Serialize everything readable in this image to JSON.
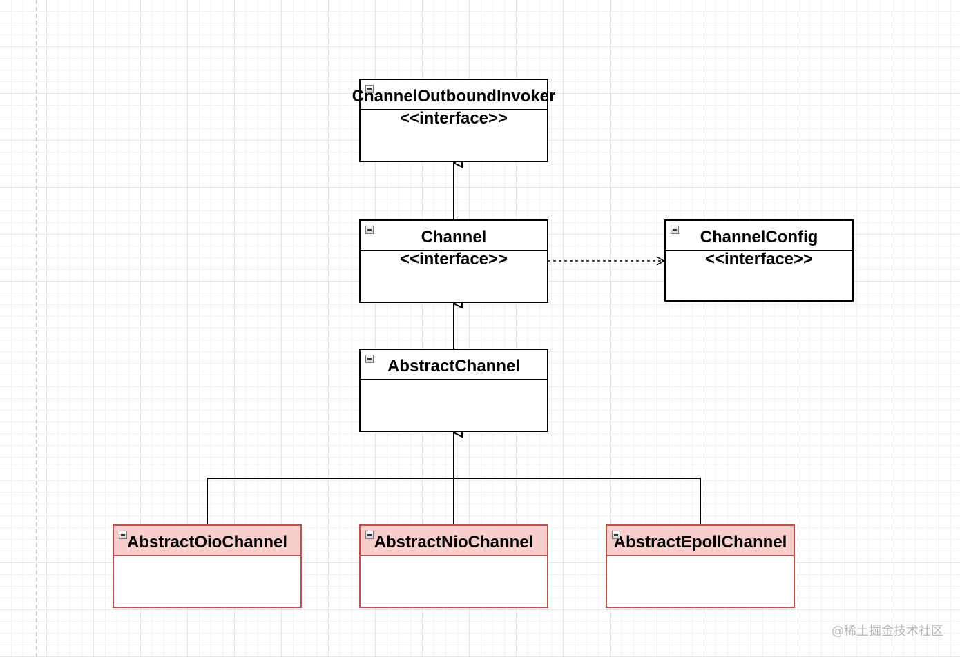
{
  "diagram": {
    "classes": {
      "channel_outbound_invoker": {
        "name": "ChannelOutboundInvoker",
        "stereotype": "<<interface>>"
      },
      "channel": {
        "name": "Channel",
        "stereotype": "<<interface>>"
      },
      "channel_config": {
        "name": "ChannelConfig",
        "stereotype": "<<interface>>"
      },
      "abstract_channel": {
        "name": "AbstractChannel"
      },
      "abstract_oio_channel": {
        "name": "AbstractOioChannel"
      },
      "abstract_nio_channel": {
        "name": "AbstractNioChannel"
      },
      "abstract_epoll_channel": {
        "name": "AbstractEpollChannel"
      }
    },
    "relations": [
      {
        "from": "Channel",
        "to": "ChannelOutboundInvoker",
        "type": "generalization"
      },
      {
        "from": "Channel",
        "to": "ChannelConfig",
        "type": "dependency"
      },
      {
        "from": "AbstractChannel",
        "to": "Channel",
        "type": "generalization"
      },
      {
        "from": "AbstractOioChannel",
        "to": "AbstractChannel",
        "type": "generalization"
      },
      {
        "from": "AbstractNioChannel",
        "to": "AbstractChannel",
        "type": "generalization"
      },
      {
        "from": "AbstractEpollChannel",
        "to": "AbstractChannel",
        "type": "generalization"
      }
    ],
    "colors": {
      "highlight_fill": "#f8cecc",
      "highlight_stroke": "#b85450",
      "line": "#000000"
    }
  },
  "watermark": "@稀土掘金技术社区"
}
